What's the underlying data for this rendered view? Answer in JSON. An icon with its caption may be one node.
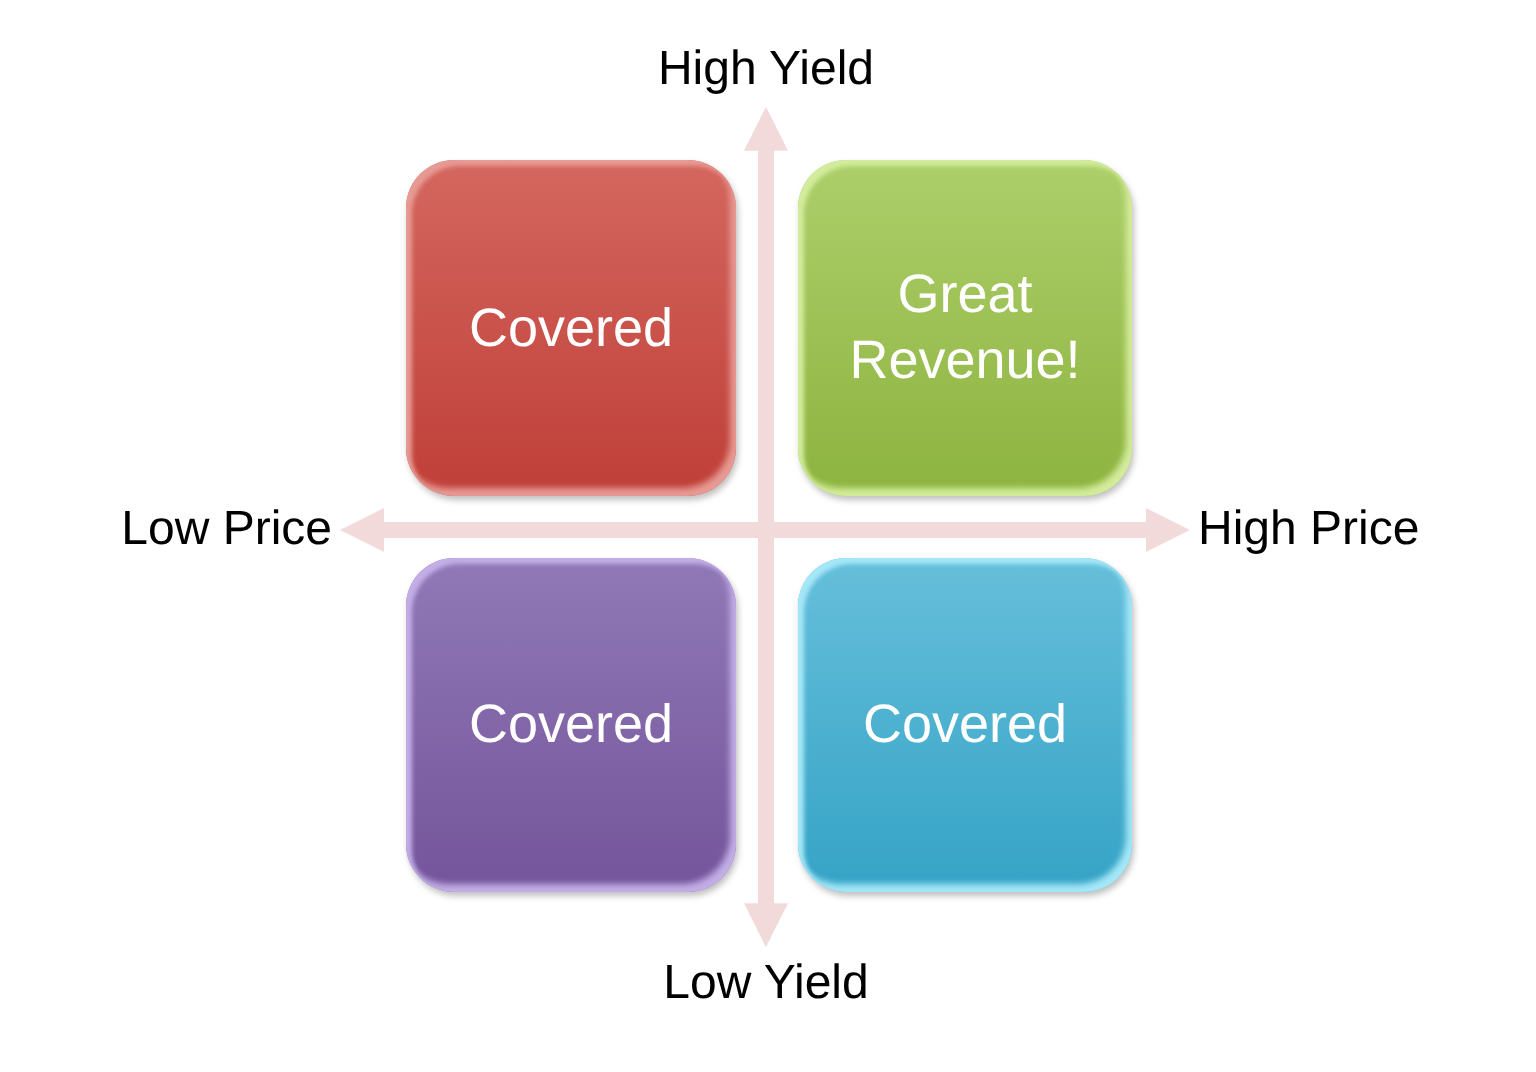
{
  "diagram": {
    "nodes": [
      {
        "text": [
          "High Yield"
        ]
      },
      {
        "text": [
          "Covered"
        ]
      },
      {
        "text": [
          "Great Revenue!"
        ]
      },
      {
        "text": [
          "Low Price"
        ]
      },
      {
        "text": [
          "High Price"
        ]
      },
      {
        "text": [
          "Covered"
        ]
      },
      {
        "text": [
          "Covered"
        ]
      },
      {
        "text": [
          "Low Yield"
        ]
      }
    ],
    "edges": [
      {
        "from": 3,
        "to": 4,
        "arrow": "both"
      },
      {
        "from": 0,
        "to": 7,
        "arrow": "both"
      }
    ]
  }
}
